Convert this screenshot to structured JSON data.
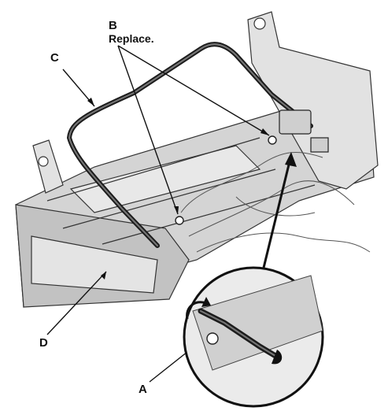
{
  "callouts": {
    "a": "A",
    "b": "B",
    "b_note": "Replace.",
    "c": "C",
    "d": "D"
  },
  "colors": {
    "line_art": "#222222",
    "panel_fill": "#d9d9d9",
    "panel_dark": "#b5b5b5",
    "background": "#ffffff"
  }
}
